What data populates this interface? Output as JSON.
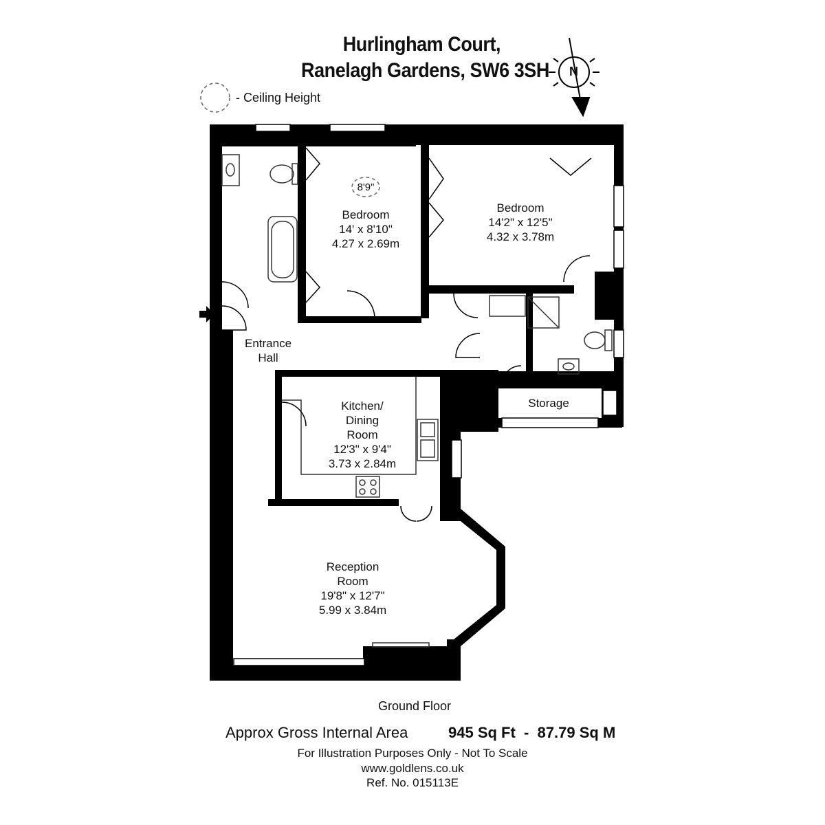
{
  "header": {
    "title_line1": "Hurlingham Court,",
    "title_line2": "Ranelagh Gardens, SW6 3SH"
  },
  "legend": {
    "ceiling_label": "- Ceiling Height"
  },
  "compass": {
    "letter": "N"
  },
  "ceiling_height": "8'9\"",
  "rooms": {
    "bedroom1": {
      "name": "Bedroom",
      "imperial": "14' x 8'10\"",
      "metric": "4.27 x 2.69m"
    },
    "bedroom2": {
      "name": "Bedroom",
      "imperial": "14'2\" x 12'5\"",
      "metric": "4.32 x 3.78m"
    },
    "entrance": {
      "line1": "Entrance",
      "line2": "Hall"
    },
    "kitchen": {
      "line1": "Kitchen/",
      "line2": "Dining",
      "line3": "Room",
      "imperial": "12'3\" x 9'4\"",
      "metric": "3.73 x 2.84m"
    },
    "storage": {
      "name": "Storage"
    },
    "reception": {
      "line1": "Reception",
      "line2": "Room",
      "imperial": "19'8\" x 12'7\"",
      "metric": "5.99 x 3.84m"
    }
  },
  "footer": {
    "floor": "Ground Floor",
    "area_label": "Approx Gross Internal Area",
    "area_value": "945 Sq Ft  -  87.79 Sq M",
    "disclaimer": "For Illustration Purposes Only - Not To Scale",
    "website": "www.goldlens.co.uk",
    "ref": "Ref. No. 015113E"
  },
  "colors": {
    "wall": "#000000",
    "background": "#ffffff",
    "fixture_line": "#333333"
  }
}
